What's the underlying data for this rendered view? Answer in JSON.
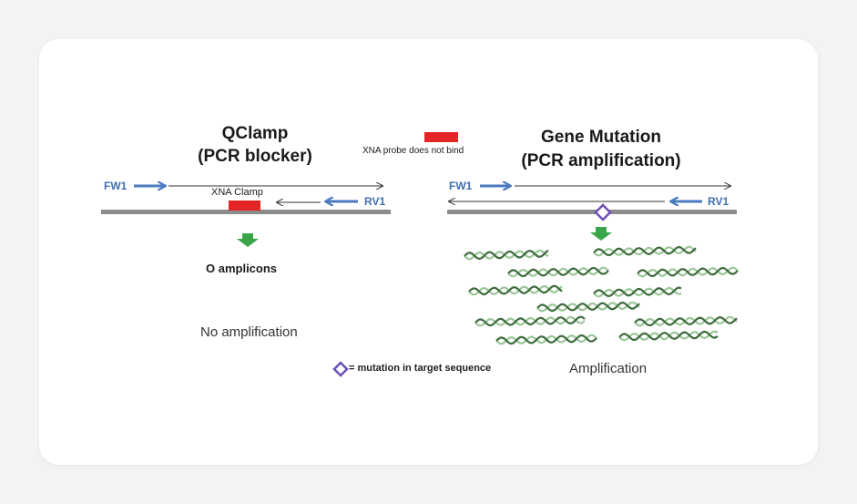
{
  "left_panel": {
    "title_line1": "QClamp",
    "title_line2": "(PCR blocker)",
    "forward_primer": "FW1",
    "reverse_primer": "RV1",
    "clamp_label": "XNA Clamp",
    "result_count": "O amplicons",
    "result_text": "No amplification"
  },
  "probe_legend": {
    "label": "XNA probe does not bind",
    "color": "#e32525"
  },
  "right_panel": {
    "title_line1": "Gene Mutation",
    "title_line2": "(PCR amplification)",
    "forward_primer": "FW1",
    "reverse_primer": "RV1",
    "result_text": "Amplification"
  },
  "mutation_legend": {
    "label": "= mutation in target sequence",
    "color": "#6b4fb8"
  },
  "colors": {
    "primer_arrow": "#4a7bc0",
    "result_arrow": "#3aa64a",
    "template_strand": "#8c8c8c",
    "dna_dark": "#3d6b3d",
    "dna_light": "#9cc79a"
  }
}
